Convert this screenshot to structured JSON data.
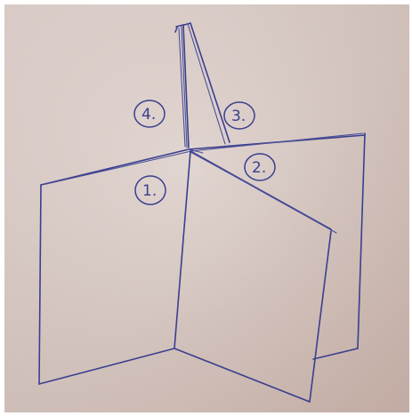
{
  "sketch": {
    "ink_color": "#3a3f8f",
    "paper_color": "#d8c9c2",
    "labels": [
      {
        "id": "panel-1",
        "text": "1."
      },
      {
        "id": "panel-2",
        "text": "2."
      },
      {
        "id": "panel-3",
        "text": "3."
      },
      {
        "id": "panel-4",
        "text": "4."
      }
    ]
  }
}
